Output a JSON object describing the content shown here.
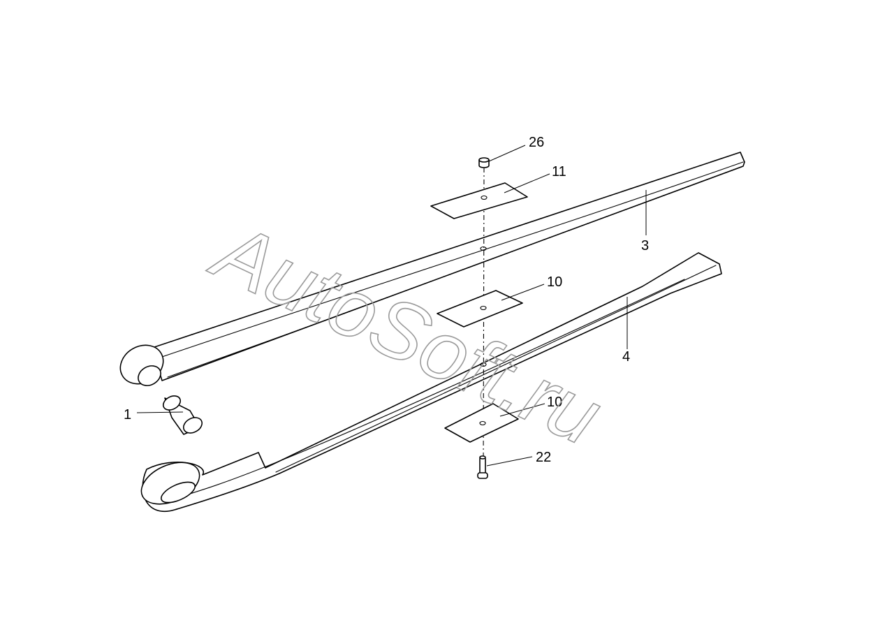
{
  "diagram": {
    "callouts": {
      "c1": "1",
      "c3": "3",
      "c4": "4",
      "c10a": "10",
      "c10b": "10",
      "c11": "11",
      "c22": "22",
      "c26": "26"
    },
    "watermark": "AutoSoft.ru",
    "colors": {
      "line": "#000000",
      "watermark": "#9a9a9a",
      "background": "#ffffff"
    }
  }
}
